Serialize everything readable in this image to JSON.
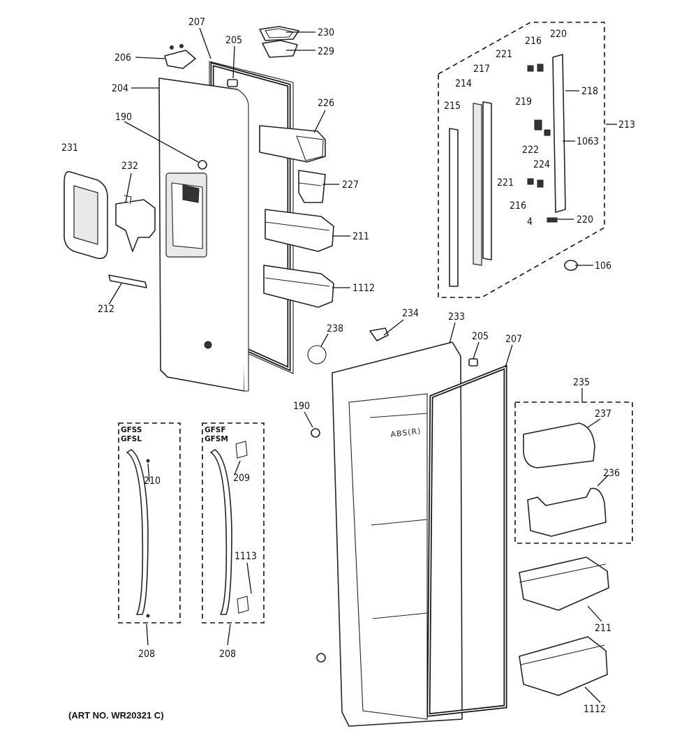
{
  "diagram": {
    "art_number": "(ART NO. WR20321 C)",
    "door_emboss_text": "ABS(R)",
    "callouts": {
      "c207a": "207",
      "c205a": "205",
      "c230": "230",
      "c229": "229",
      "c206": "206",
      "c204": "204",
      "c190a": "190",
      "c226": "226",
      "c227": "227",
      "c211a": "211",
      "c1112a": "1112",
      "c231": "231",
      "c232": "232",
      "c212": "212",
      "c216a": "216",
      "c220a": "220",
      "c221a": "221",
      "c217": "217",
      "c214": "214",
      "c215": "215",
      "c218": "218",
      "c219": "219",
      "c213": "213",
      "c222": "222",
      "c1063": "1063",
      "c224": "224",
      "c221b": "221",
      "c216b": "216",
      "c4": "4",
      "c220b": "220",
      "c106": "106",
      "c234": "234",
      "c233": "233",
      "c205b": "205",
      "c207b": "207",
      "c238": "238",
      "c190b": "190",
      "c235": "235",
      "c237": "237",
      "c236": "236",
      "c211b": "211",
      "c1112b": "1112",
      "c210": "210",
      "c209": "209",
      "c1113": "1113",
      "c208a": "208",
      "c208b": "208"
    },
    "model_groups": {
      "left": [
        "GFSS",
        "GFSL"
      ],
      "right": [
        "GFSF",
        "GFSM"
      ]
    }
  }
}
